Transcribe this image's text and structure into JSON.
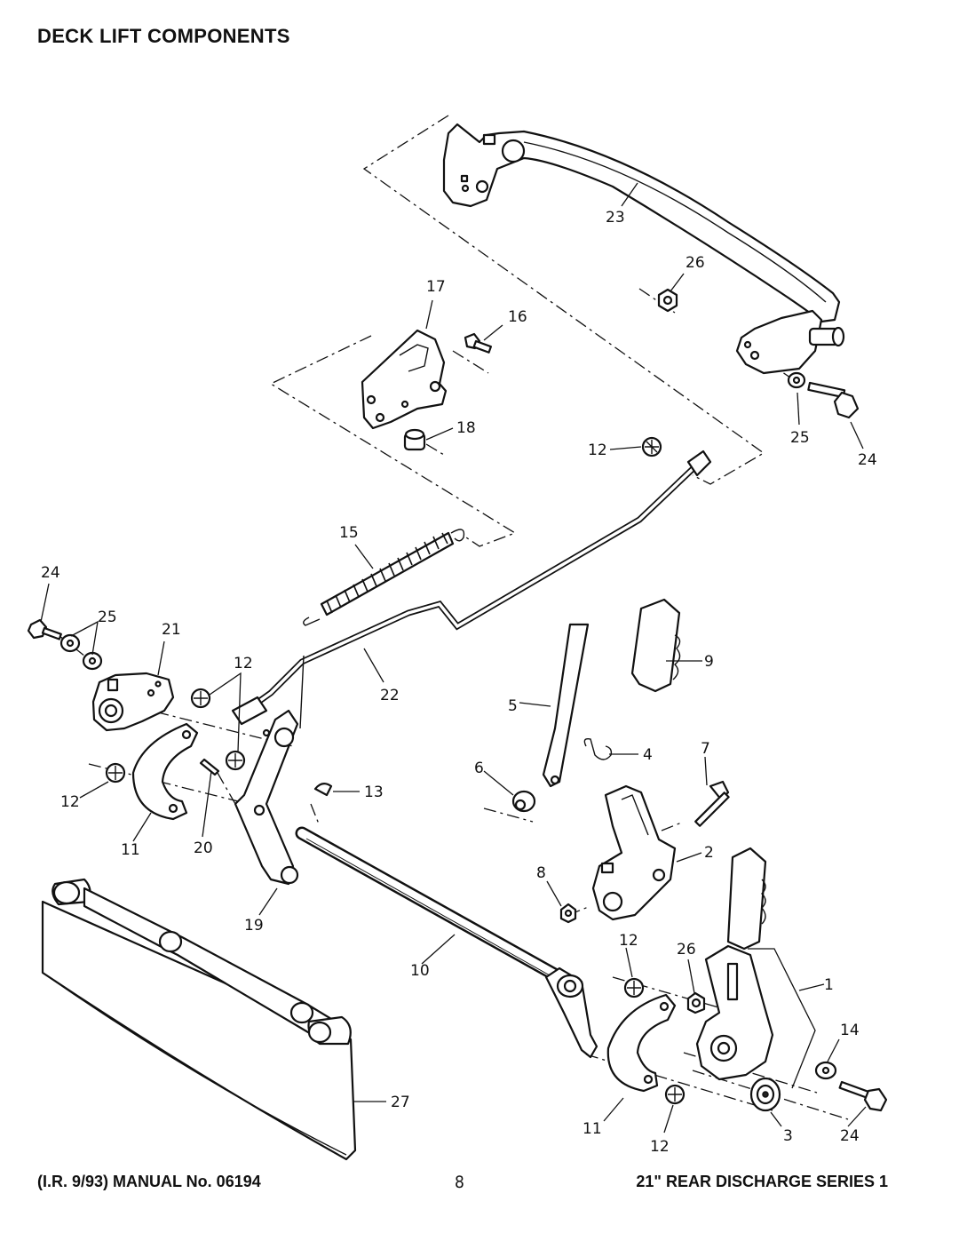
{
  "page": {
    "title": "DECK LIFT COMPONENTS",
    "footer_left": "(I.R. 9/93) MANUAL No. 06194",
    "footer_center": "8",
    "footer_right": "21\" REAR DISCHARGE SERIES 1"
  },
  "callouts": {
    "c23": "23",
    "c26a": "26",
    "c17": "17",
    "c16": "16",
    "c18": "18",
    "c12a": "12",
    "c25a": "25",
    "c24a": "24",
    "c15": "15",
    "c24b": "24",
    "c25b": "25",
    "c21": "21",
    "c12b": "12",
    "c22": "22",
    "c9": "9",
    "c5": "5",
    "c4": "4",
    "c7": "7",
    "c6": "6",
    "c12c": "12",
    "c13": "13",
    "c11a": "11",
    "c20": "20",
    "c2": "2",
    "c8": "8",
    "c19": "19",
    "c12d": "12",
    "c26b": "26",
    "c10": "10",
    "c1": "1",
    "c14": "14",
    "c27": "27",
    "c11b": "11",
    "c3": "3",
    "c24c": "24",
    "c12e": "12"
  }
}
